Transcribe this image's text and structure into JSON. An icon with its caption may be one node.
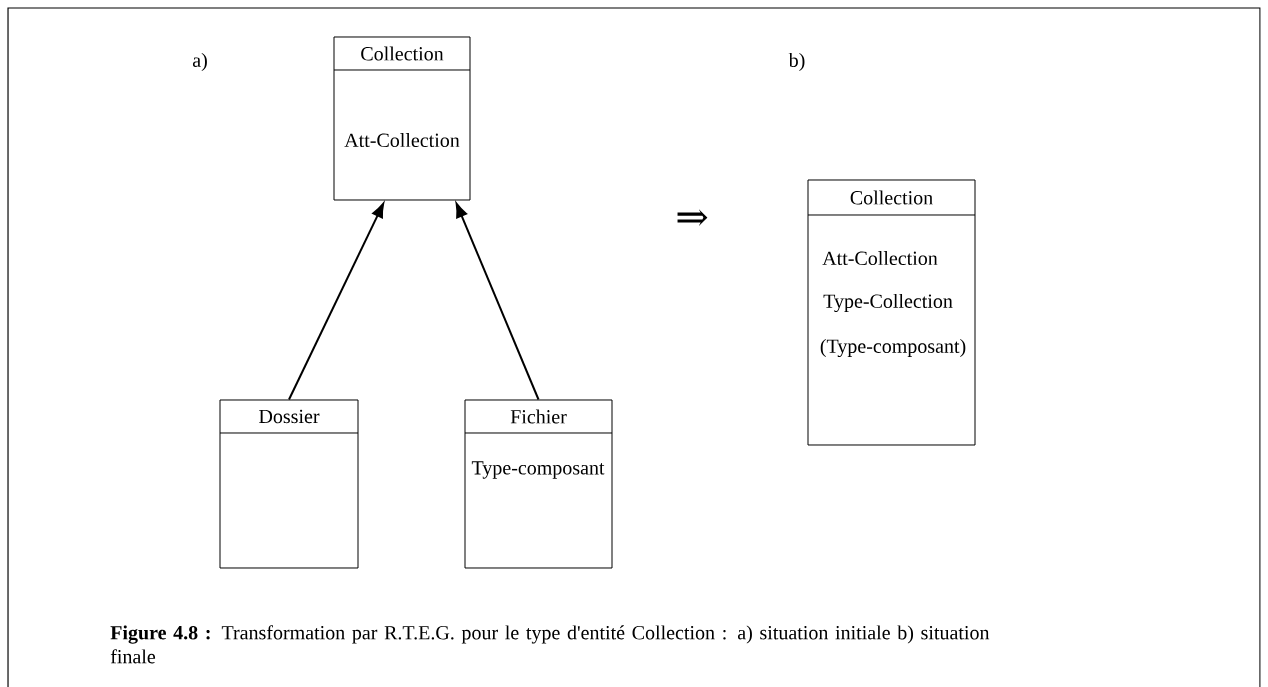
{
  "diagram": {
    "caption": "**Figure 4.8 :** Transformation par R.T.E.G. pour le type d'entité Collection : a) situation initiale b) situation finale",
    "nodes": [
      {
        "text": [
          "Collection",
          "Att-Collection"
        ]
      },
      {
        "text": [
          "Dossier"
        ]
      },
      {
        "text": [
          "Fichier",
          "Type-composant"
        ]
      },
      {
        "text": [
          "Collection",
          "Att-Collection",
          "Type-Collection",
          "(Type-composant)"
        ]
      }
    ],
    "edges": [
      {
        "from": 1,
        "to": 0,
        "arrow": "to"
      },
      {
        "from": 2,
        "to": 0,
        "arrow": "to"
      }
    ],
    "labels": [
      "a)",
      "b)",
      "⇒"
    ]
  }
}
